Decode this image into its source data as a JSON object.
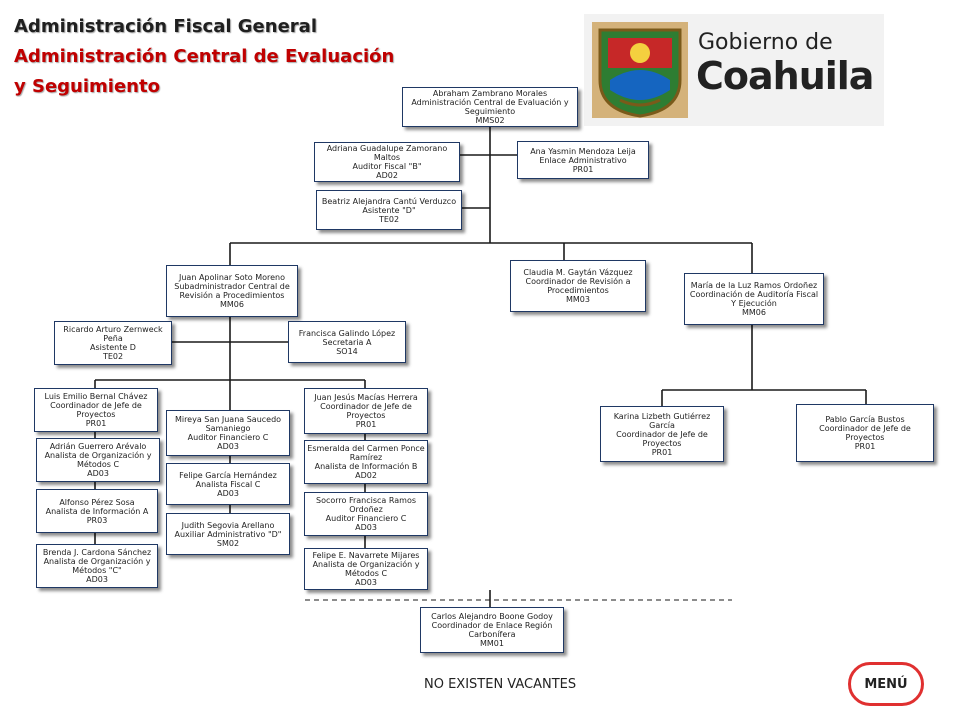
{
  "header": {
    "line1": "Administración Fiscal General",
    "line2": "Administración Central de Evaluación",
    "line3": "y Seguimiento"
  },
  "logo": {
    "line1": "Gobierno de",
    "line2": "Coahuila",
    "icon": "coahuila-coat-of-arms"
  },
  "colors": {
    "title_red": "#c00000",
    "box_border": "#1f3864",
    "menu_border": "#e03030"
  },
  "boxes": {
    "abraham": [
      "Abraham Zambrano Morales",
      "Administración Central de Evaluación y Seguimiento",
      "MMS02"
    ],
    "adriana": [
      "Adriana Guadalupe Zamorano Maltos",
      "Auditor Fiscal \"B\"",
      "AD02"
    ],
    "ana": [
      "Ana Yasmin Mendoza Leija",
      "Enlace Administrativo",
      "PR01"
    ],
    "beatriz": [
      "Beatriz Alejandra Cantú Verduzco",
      "Asistente \"D\"",
      "TE02"
    ],
    "juan_apolinar": [
      "Juan Apolinar Soto Moreno",
      "Subadministrador Central de Revisión a Procedimientos",
      "MM06"
    ],
    "claudia": [
      "Claudia M. Gaytán Vázquez",
      "Coordinador de Revisión a Procedimientos",
      "MM03"
    ],
    "maria": [
      "María de la Luz Ramos Ordoñez",
      "Coordinación de Auditoría Fiscal Y Ejecución",
      "MM06"
    ],
    "ricardo": [
      "Ricardo Arturo Zernweck Peña",
      "Asistente D",
      "TE02"
    ],
    "francisca": [
      "Francisca Galindo López",
      "Secretaria A",
      "SO14"
    ],
    "luis": [
      "Luis Emilio Bernal Chávez",
      "Coordinador de Jefe de Proyectos",
      "PR01"
    ],
    "adrian": [
      "Adrián Guerrero Arévalo",
      "Analista de Organización y Métodos C",
      "AD03"
    ],
    "alfonso": [
      "Alfonso Pérez Sosa",
      "Analista de Información A",
      "PR03"
    ],
    "brenda": [
      "Brenda J. Cardona Sánchez",
      "Analista de Organización y Métodos \"C\"",
      "AD03"
    ],
    "mireya": [
      "Mireya San Juana Saucedo Samaniego",
      "Auditor Financiero C",
      "AD03"
    ],
    "felipe_garcia": [
      "Felipe García Hernández",
      "Analista Fiscal C",
      "AD03"
    ],
    "judith": [
      "Judith Segovia Arellano",
      "Auxiliar Administrativo \"D\"",
      "SM02"
    ],
    "juan_jesus": [
      "Juan Jesús Macías Herrera",
      "Coordinador de Jefe de Proyectos",
      "PR01"
    ],
    "esmeralda": [
      "Esmeralda del Carmen Ponce Ramírez",
      "Analista de Información B",
      "AD02"
    ],
    "socorro": [
      "Socorro Francisca Ramos Ordoñez",
      "Auditor Financiero C",
      "AD03"
    ],
    "felipe_navarrete": [
      "Felipe E. Navarrete Mijares",
      "Analista de Organización y Métodos C",
      "AD03"
    ],
    "karina": [
      "Karina Lizbeth Gutiérrez García",
      "Coordinador de Jefe de Proyectos",
      "PR01"
    ],
    "pablo": [
      "Pablo García Bustos",
      "Coordinador de Jefe de Proyectos",
      "PR01"
    ],
    "carlos": [
      "Carlos Alejandro Boone Godoy",
      "Coordinador de Enlace Región Carbonífera",
      "MM01"
    ]
  },
  "footer": {
    "vacancies": "NO EXISTEN VACANTES",
    "menu_label": "MENÚ"
  }
}
